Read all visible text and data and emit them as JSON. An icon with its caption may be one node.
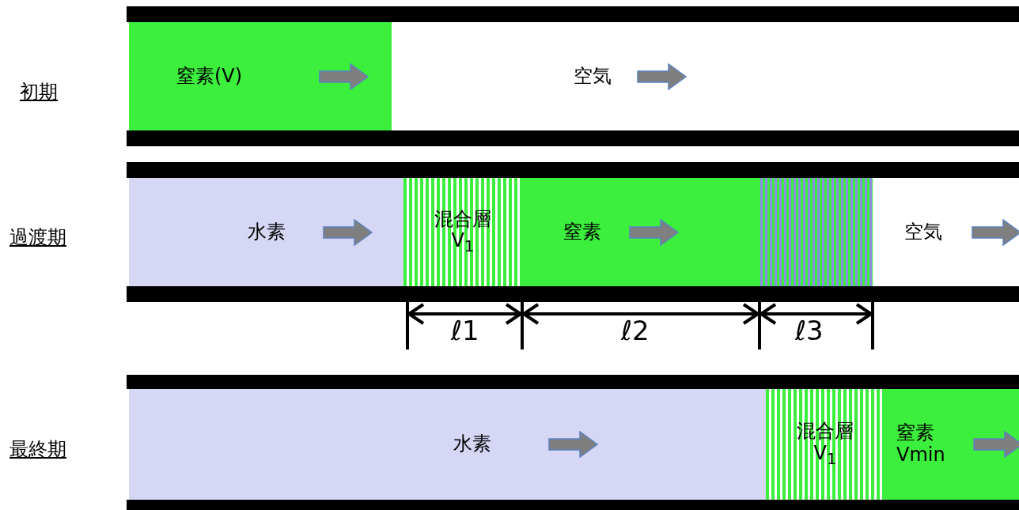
{
  "diagram": {
    "nodes": [
      {
        "text": [
          "窒素(V)"
        ]
      },
      {
        "text": [
          "空気"
        ]
      },
      {
        "text": [
          "水素"
        ]
      },
      {
        "text": [
          "混合層",
          "V$_{1}$"
        ]
      },
      {
        "text": [
          "窒素"
        ]
      },
      {
        "text": [],
        "shape": "box"
      },
      {
        "text": [
          "空気"
        ]
      },
      {
        "text": [
          "水素"
        ]
      },
      {
        "text": [
          "混合層",
          "V$_{1}$"
        ]
      },
      {
        "text": [
          "窒素",
          "Vmin"
        ]
      }
    ],
    "edges": [],
    "labels": [
      "初期",
      "過渡期",
      "ℓ1",
      "ℓ2",
      "ℓ3",
      "最終期"
    ]
  }
}
